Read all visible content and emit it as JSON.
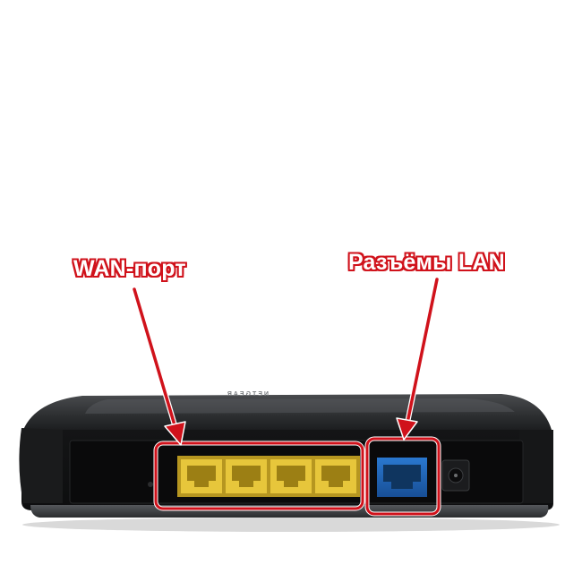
{
  "callouts": {
    "wan_label": "WAN-порт",
    "lan_label": "Разъёмы LAN",
    "color": "#d0121b"
  },
  "router": {
    "brand_mark": "NETGEAR",
    "yellow_port_count": 4,
    "blue_port_count": 1,
    "yellow_port_color": "#e7c63b",
    "blue_port_color": "#1f63b5"
  }
}
